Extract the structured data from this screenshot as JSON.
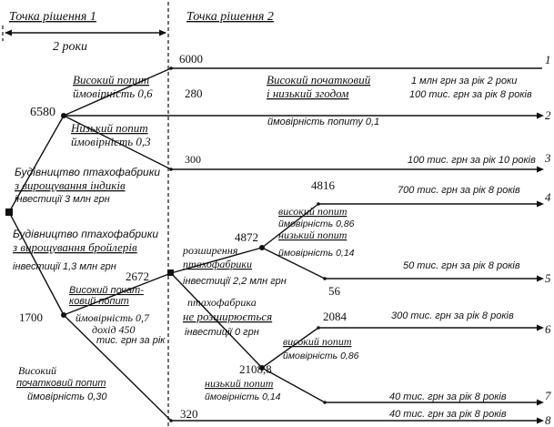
{
  "header": {
    "decision1": "Точка рішення 1",
    "decision2": "Точка рішення 2",
    "period": "2 роки"
  },
  "values": {
    "root": "6580",
    "v6000": "6000",
    "v280": "280",
    "v300": "300",
    "v4816": "4816",
    "v4872": "4872",
    "v56": "56",
    "v2672": "2672",
    "v1700": "1700",
    "v2084": "2084",
    "v2108": "2108,8",
    "v320": "320"
  },
  "labels": {
    "high_demand_1": "Високий попит",
    "high_demand_1_prob": "ймовірність 0,6",
    "low_demand_1": "Низький попит",
    "low_demand_1_prob": "ймовірність 0,3",
    "build_indyk_1": "Будівництво птахофабрики",
    "build_indyk_2": "з вирощування індиків",
    "build_indyk_3": "інвестиції 3 млн грн",
    "build_broiler_1": "Будівництво птахофабрики",
    "build_broiler_2": "з вирощування бройлерів",
    "build_broiler_3": "інвестиції 1,3 млн грн",
    "high_initial_1": "Високий початковий",
    "high_initial_2": "і низький згодом",
    "demand_prob_01": "ймовірність попиту 0,1",
    "high_d_2": "високий попит",
    "high_d_2_prob": "ймовірність 0,86",
    "low_d_2": "низький попит",
    "low_d_2_prob": "ймовірність 0,14",
    "expand_1": "розширення",
    "expand_2": "птахофабрики",
    "expand_3": "інвестиції 2,2 млн грн",
    "hi_init_1": "Високий почат-",
    "hi_init_2": "ковий попит",
    "hi_init_3": "ймовірність 0,7",
    "hi_init_4": "дохід 450",
    "hi_init_5": "тис. грн за рік",
    "not_expand_1": "птахофабрика",
    "not_expand_2": "не розширюється",
    "not_expand_3": "інвестиції 0  грн",
    "high_d_3": "високий попит",
    "high_d_3_prob": "ймовірність 0,86",
    "low_d_3": "низький попит",
    "low_d_3_prob": "ймовірність 0,14",
    "low_init_1": "Високий",
    "low_init_2": "початковий попит",
    "low_init_3": "ймовірність 0,30"
  },
  "outcomes": {
    "o1a": "1 млн грн за рік 2 роки",
    "o1b": "100 тис. грн за рік 8 років",
    "o3": "100  тис. грн за рік 10 років",
    "o4": "700 тис. грн за рік 8 років",
    "o5": "50 тис. грн за рік 8 років",
    "o6": "300 тис. грн за рік 8 років",
    "o7": "40 тис.  грн за рік 8 років",
    "o8": "40 тис. грн за рік 8 років"
  },
  "endpoints": {
    "n1": "1",
    "n2": "2",
    "n3": "3",
    "n4": "4",
    "n5": "5",
    "n6": "6",
    "n7": "7",
    "n8": "8"
  }
}
